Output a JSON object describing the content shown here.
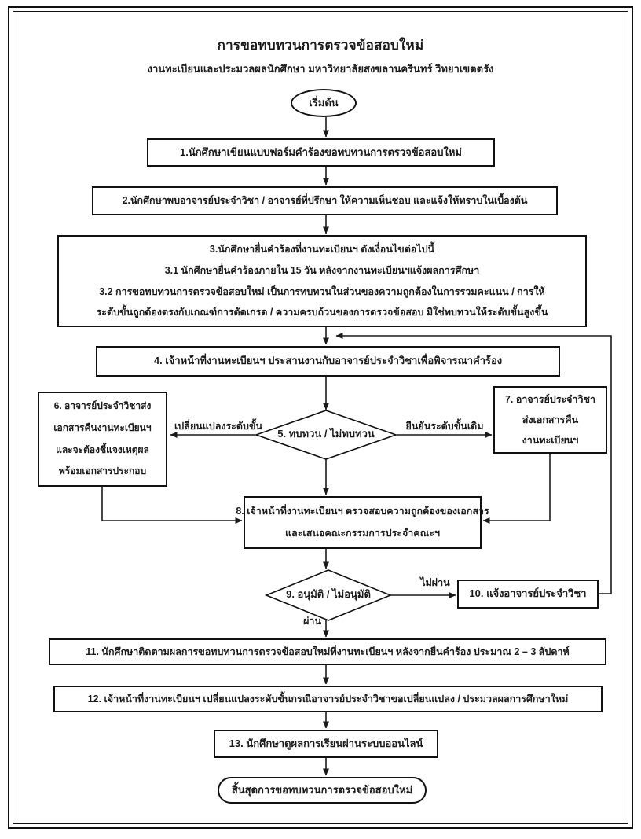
{
  "page": {
    "title": "การขอทบทวนการตรวจข้อสอบใหม่",
    "subtitle": "งานทะเบียนและประมวลผลนักศึกษา มหาวิทยาลัยสงขลานครินทร์ วิทยาเขตตรัง"
  },
  "flowchart": {
    "start_label": "เริ่มต้น",
    "end_label": "สิ้นสุดการขอทบทวนการตรวจข้อสอบใหม่",
    "steps": {
      "step1": "1.นักศึกษาเขียนแบบฟอร์มคำร้องขอทบทวนการตรวจข้อสอบใหม่",
      "step2": "2.นักศึกษาพบอาจารย์ประจำวิชา / อาจารย์ที่ปรึกษา ให้ความเห็นชอบ และแจ้งให้ทราบในเบื้องต้น",
      "step3_line1": "3.นักศึกษายื่นคำร้องที่งานทะเบียนฯ ดังเงื่อนไขต่อไปนี้",
      "step3_line2": "3.1 นักศึกษายื่นคำร้องภายใน 15 วัน หลังจากงานทะเบียนฯแจ้งผลการศึกษา",
      "step3_line3": "3.2 การขอทบทวนการตรวจข้อสอบใหม่ เป็นการทบทวนในส่วนของความถูกต้องในการรวมคะแนน / การให้",
      "step3_line4": "ระดับขั้นถูกต้องตรงกับเกณฑ์การตัดเกรด / ความครบถ้วนของการตรวจข้อสอบ มิใช่ทบทวนให้ระดับขั้นสูงขึ้น",
      "step4": "4. เจ้าหน้าที่งานทะเบียนฯ ประสานงานกับอาจารย์ประจำวิชาเพื่อพิจารณาคำร้อง",
      "step5": "5. ทบทวน / ไม่ทบทวน",
      "step6_line1": "6. อาจารย์ประจำวิชาส่ง",
      "step6_line2": "เอกสารคืนงานทะเบียนฯ",
      "step6_line3": "และจะต้องชี้แจงเหตุผล",
      "step6_line4": "พร้อมเอกสารประกอบ",
      "step7_line1": "7. อาจารย์ประจำวิชา",
      "step7_line2": "ส่งเอกสารคืน",
      "step7_line3": "งานทะเบียนฯ",
      "step8_line1": "8. เจ้าหน้าที่งานทะเบียนฯ ตรวจสอบความถูกต้องของเอกสาร",
      "step8_line2": "และเสนอคณะกรรมการประจำคณะฯ",
      "step9": "9. อนุมัติ / ไม่อนุมัติ",
      "step10": "10. แจ้งอาจารย์ประจำวิชา",
      "step11": "11. นักศึกษาติดตามผลการขอทบทวนการตรวจข้อสอบใหม่ที่งานทะเบียนฯ หลังจากยื่นคำร้อง ประมาณ 2 – 3 สัปดาห์",
      "step12": "12. เจ้าหน้าที่งานทะเบียนฯ เปลี่ยนแปลงระดับขั้นกรณีอาจารย์ประจำวิชาขอเปลี่ยนแปลง / ประมวลผลการศึกษาใหม่",
      "step13": "13. นักศึกษาดูผลการเรียนผ่านระบบออนไลน์"
    },
    "edge_labels": {
      "change_grade": "เปลี่ยนแปลงระดับขั้น",
      "confirm_grade": "ยืนยันระดับขั้นเดิม",
      "fail": "ไม่ผ่าน",
      "pass": "ผ่าน"
    }
  },
  "colors": {
    "line": "#1a1a1a",
    "text": "#1a1a1a",
    "background": "#ffffff"
  }
}
